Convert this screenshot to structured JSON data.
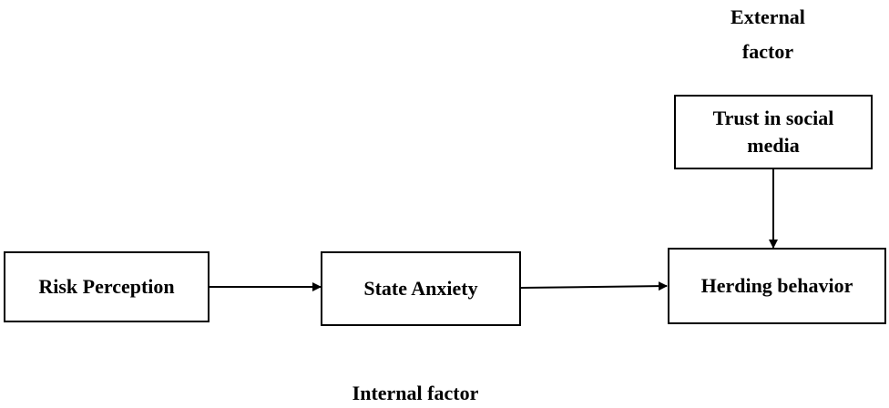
{
  "labels": {
    "external_factor": "External factor",
    "internal_factor": "Internal factor"
  },
  "nodes": {
    "risk_perception": "Risk Perception",
    "state_anxiety": "State Anxiety",
    "herding_behavior": "Herding behavior",
    "trust_in_social_media": "Trust in social media"
  },
  "edges": [
    {
      "from": "Risk Perception",
      "to": "State Anxiety"
    },
    {
      "from": "State Anxiety",
      "to": "Herding behavior"
    },
    {
      "from": "Trust in social media",
      "to": "Herding behavior"
    }
  ],
  "colors": {
    "stroke": "#000000",
    "text": "#000000",
    "background": "#ffffff"
  }
}
